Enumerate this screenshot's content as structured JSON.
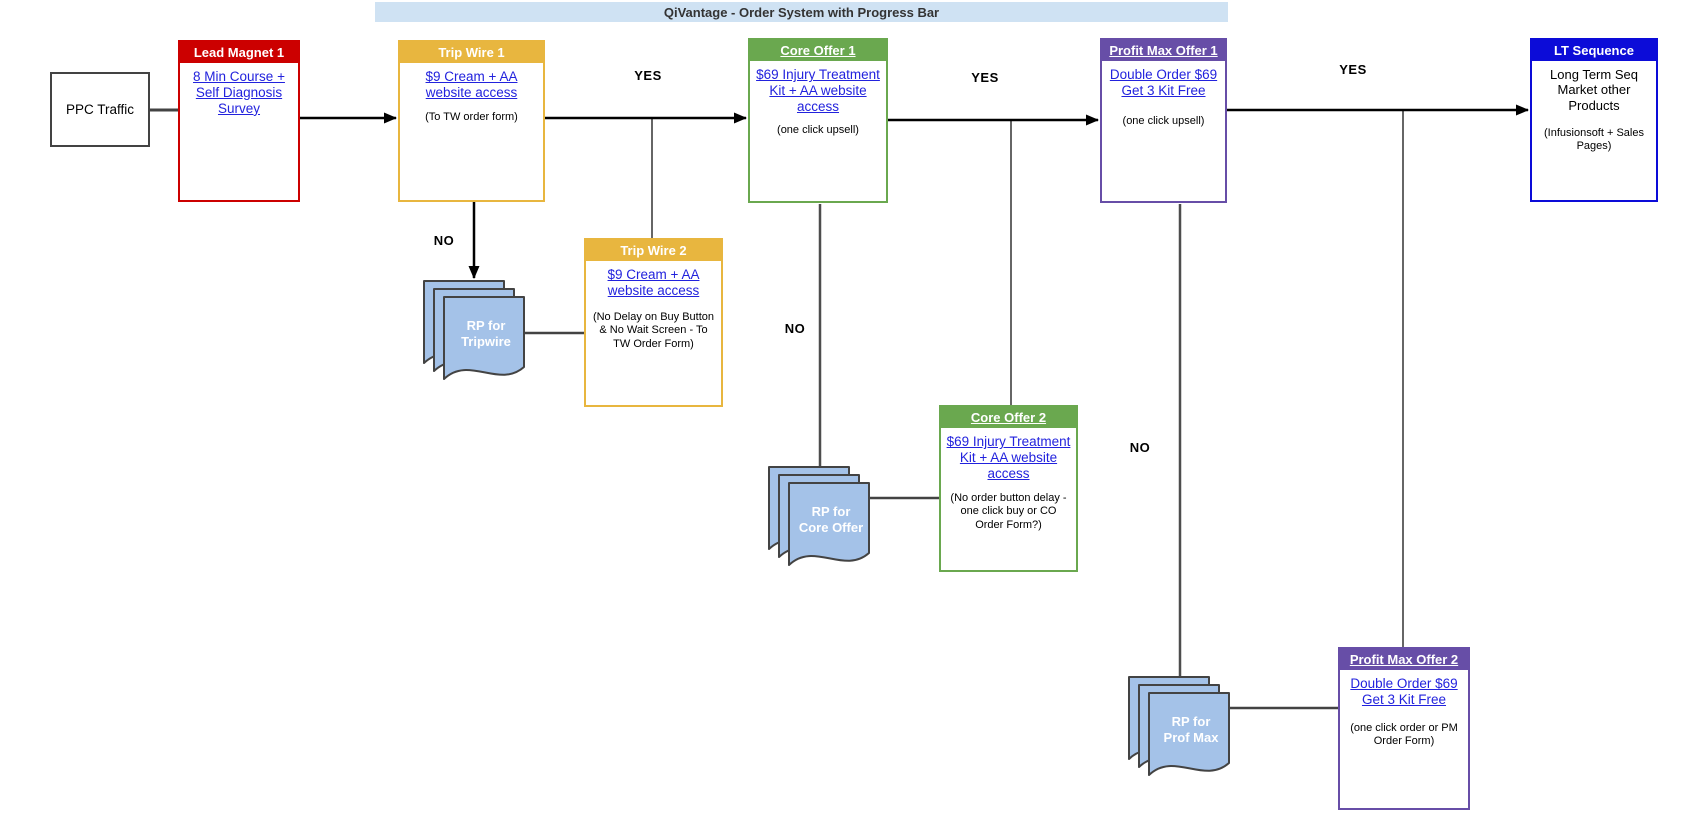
{
  "title_bar": {
    "text": "QiVantage - Order System with Progress Bar"
  },
  "colors": {
    "red": "#cc0000",
    "yellow": "#e8b63f",
    "green": "#6aa84f",
    "purple": "#674ea7",
    "blue": "#0c0cd8",
    "link_blue": "#2222dd",
    "doc_fill": "#a4c2e8",
    "title_bg": "#cfe2f3"
  },
  "nodes": {
    "ppc": {
      "text": "PPC Traffic"
    },
    "lead_magnet_1": {
      "header": "Lead Magnet 1",
      "link": "8 Min Course + Self Diagnosis Survey"
    },
    "trip_wire_1": {
      "header": "Trip Wire 1",
      "link": "$9 Cream + AA website access",
      "note": "(To TW order form)"
    },
    "core_offer_1": {
      "header": "Core Offer 1",
      "link": "$69 Injury Treatment Kit + AA website access",
      "note": "(one click upsell)"
    },
    "profit_max_offer_1": {
      "header": "Profit Max Offer 1",
      "link": "Double Order $69 Get 3 Kit Free",
      "note": "(one click upsell)"
    },
    "lt_sequence": {
      "header": "LT Sequence",
      "body": "Long Term Seq Market other Products",
      "note": "(Infusionsoft + Sales Pages)"
    },
    "trip_wire_2": {
      "header": "Trip Wire 2",
      "link": "$9 Cream + AA website access",
      "note": "(No Delay on Buy Button & No Wait Screen - To TW Order Form)"
    },
    "core_offer_2": {
      "header": "Core Offer 2",
      "link": "$69 Injury Treatment Kit + AA website access",
      "note": "(No order button delay - one click buy or CO Order Form?)"
    },
    "profit_max_offer_2": {
      "header": "Profit Max Offer 2",
      "link": "Double Order $69 Get 3 Kit Free",
      "note": "(one click order or PM Order Form)"
    }
  },
  "rp_shapes": {
    "tripwire": {
      "line1": "RP for",
      "line2": "Tripwire"
    },
    "core_offer": {
      "line1": "RP for",
      "line2": "Core Offer"
    },
    "prof_max": {
      "line1": "RP for",
      "line2": "Prof Max"
    }
  },
  "edge_labels": {
    "yes1": "YES",
    "yes2": "YES",
    "yes3": "YES",
    "no1": "NO",
    "no2": "NO",
    "no3": "NO"
  }
}
